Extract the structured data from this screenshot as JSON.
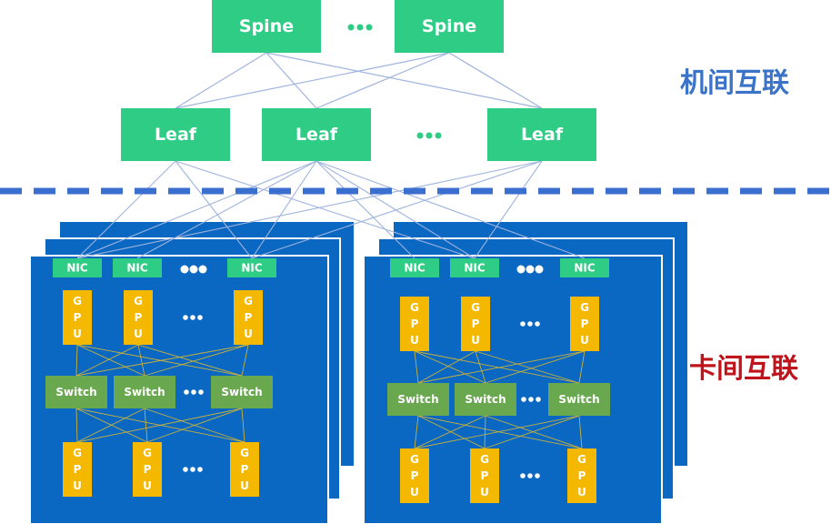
{
  "labels": {
    "spine": "Spine",
    "leaf": "Leaf",
    "nic": "NIC",
    "switch": "Switch",
    "gpu": [
      "G",
      "P",
      "U"
    ],
    "ellipsis": "•••",
    "inter_node": "机间互联",
    "intra_node": "卡间互联"
  },
  "colors": {
    "network_node": "#2ecc85",
    "server_board": "#0a67c2",
    "gpu": "#f5b800",
    "switch": "#6aa84f",
    "link": "#9fb4de",
    "mesh": "#c9b23a",
    "divider": "#3b6fcf",
    "inter_node_text": "#3a73c8",
    "intra_node_text": "#c0141c"
  }
}
